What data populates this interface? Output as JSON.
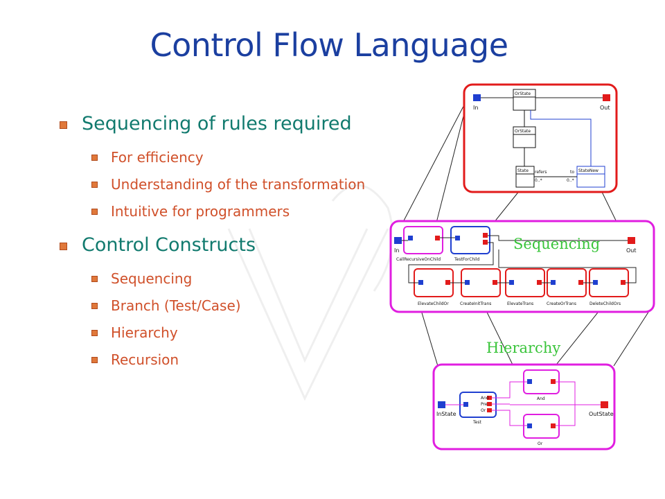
{
  "title": "Control Flow Language",
  "bullets": [
    {
      "text": "Sequencing of rules required",
      "sub": [
        "For efficiency",
        "Understanding of the transformation",
        "Intuitive for programmers"
      ]
    },
    {
      "text": "Control Constructs",
      "sub": [
        "Sequencing",
        "Branch (Test/Case)",
        "Hierarchy",
        "Recursion"
      ]
    }
  ],
  "diagram": {
    "top": {
      "in": "In",
      "out": "Out",
      "classes": [
        "OrState",
        "OrState",
        "State",
        "StateNew"
      ],
      "assoc": {
        "refers": "refers",
        "to": "to",
        "mult1": "0..*",
        "mult2": "0..*"
      }
    },
    "middle": {
      "annotation": "Sequencing",
      "in": "In",
      "out": "Out",
      "row1": [
        "CallRecursiveOnChild",
        "TestForChild"
      ],
      "row2": [
        "ElevateChildOr",
        "CreateInitTrans",
        "ElevateTrans",
        "CreateOrTrans",
        "DeleteChildOrs"
      ]
    },
    "bottom": {
      "annotation": "Hierarchy",
      "in": "InState",
      "out": "OutState",
      "blocks": [
        "Test",
        "And",
        "Or"
      ],
      "test_ports": [
        "And",
        "Pre",
        "Or"
      ]
    }
  },
  "colors": {
    "title": "#1b3fa0",
    "level1": "#117a6e",
    "level2": "#d0502a",
    "red": "#e21b1b",
    "magenta": "#e01ee0",
    "blue": "#1f3fd0",
    "green": "#39c43a"
  }
}
